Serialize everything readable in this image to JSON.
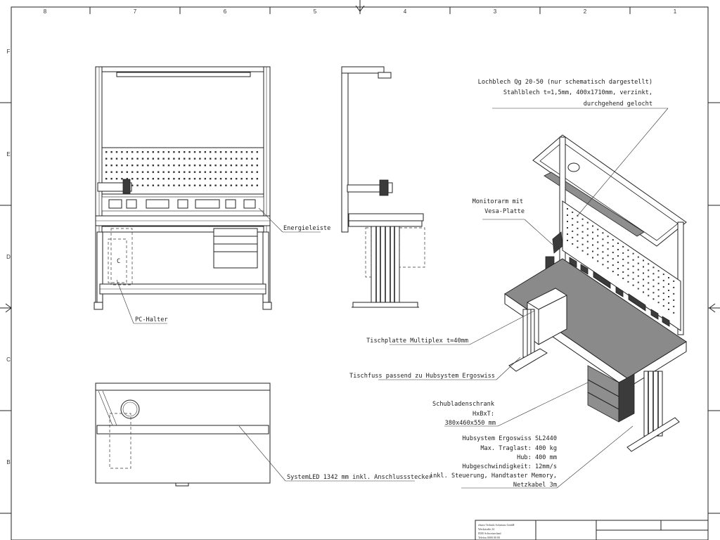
{
  "frame": {
    "columns": [
      "8",
      "7",
      "6",
      "5",
      "4",
      "3",
      "2",
      "1"
    ],
    "rows": [
      "F",
      "E",
      "D",
      "C",
      "B"
    ]
  },
  "labels": {
    "energieleiste": "Energieleiste",
    "pc_halter": "PC-Halter",
    "systemled": "SystemLED 1342 mm inkl. Anschlussstecker",
    "lochblech_1": "Lochblech Qg 20-50 (nur schematisch dargestellt)",
    "lochblech_2": "Stahlblech t=1,5mm, 400x1710mm, verzinkt,",
    "lochblech_3": "durchgehend gelocht",
    "monitorarm_1": "Monitorarm mit",
    "monitorarm_2": "Vesa-Platte",
    "tischplatte": "Tischplatte Multiplex t=40mm",
    "tischfuss": "Tischfuss passend zu Hubsystem Ergoswiss",
    "schublade_1": "Schubladenschrank",
    "schublade_2": "HxBxT:",
    "schublade_3": "380x460x550 mm",
    "hub_1": "Hubsystem Ergoswiss SL2440",
    "hub_2": "Max. Traglast: 400 kg",
    "hub_3": "Hub: 400 mm",
    "hub_4": "Hubgeschwindigkeit: 12mm/s",
    "hub_5": "inkl. Steuerung, Handtaster Memory,",
    "hub_6": "Netzkabel 3m",
    "pc_marker": "C"
  },
  "titleblock": {
    "line1": "elmeo Technik Solutions GmbH",
    "line2": "Werkstraße 24",
    "line3": "8500 Schweizerland",
    "line4": "Telefon 0000 00 00"
  }
}
